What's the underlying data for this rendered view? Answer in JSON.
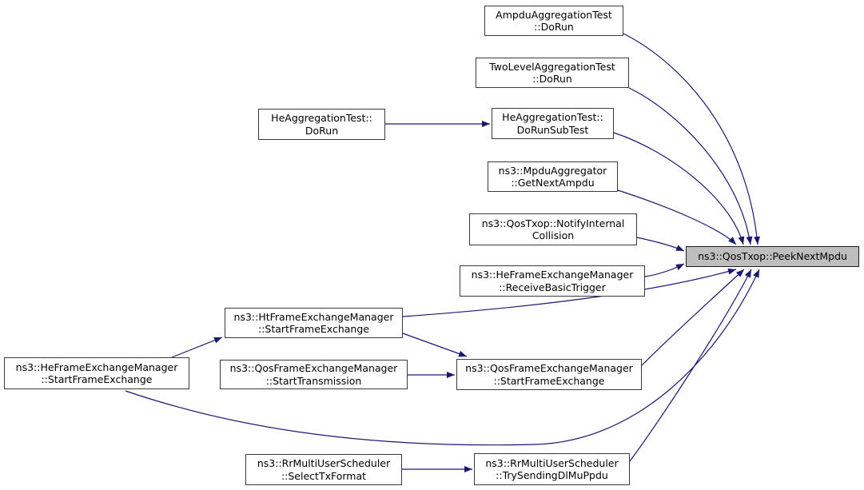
{
  "diagram": {
    "type": "call-graph",
    "central_function": "ns3::QosTxop::PeekNextMpdu",
    "colors": {
      "edge": "#191970",
      "node_fill": "#ffffff",
      "node_border": "#3a3a3a",
      "highlight_fill": "#bebebe",
      "text": "#000000"
    },
    "nodes": [
      {
        "id": "ampduaggregationtest-dorun",
        "line1": "AmpduAggregationTest",
        "line2": "::DoRun"
      },
      {
        "id": "twolevelaggregationtest-dorun",
        "line1": "TwoLevelAggregationTest",
        "line2": "::DoRun"
      },
      {
        "id": "heaggregationtest-dorun",
        "line1": "HeAggregationTest::",
        "line2": "DoRun"
      },
      {
        "id": "heaggregationtest-dorunsubtest",
        "line1": "HeAggregationTest::",
        "line2": "DoRunSubTest"
      },
      {
        "id": "mpduaggregator-getnextampdu",
        "line1": "ns3::MpduAggregator",
        "line2": "::GetNextAmpdu"
      },
      {
        "id": "qostxop-notifyinternalcollision",
        "line1": "ns3::QosTxop::NotifyInternal",
        "line2": "Collision"
      },
      {
        "id": "hefem-receivebasictrigger",
        "line1": "ns3::HeFrameExchangeManager",
        "line2": "::ReceiveBasicTrigger"
      },
      {
        "id": "qostxop-peeknextmpdu",
        "line1": "ns3::QosTxop::PeekNextMpdu",
        "line2": "",
        "highlighted": true
      },
      {
        "id": "htfem-startframeexchange",
        "line1": "ns3::HtFrameExchangeManager",
        "line2": "::StartFrameExchange"
      },
      {
        "id": "hefem-startframeexchange",
        "line1": "ns3::HeFrameExchangeManager",
        "line2": "::StartFrameExchange"
      },
      {
        "id": "qosfem-starttransmission",
        "line1": "ns3::QosFrameExchangeManager",
        "line2": "::StartTransmission"
      },
      {
        "id": "qosfem-startframeexchange",
        "line1": "ns3::QosFrameExchangeManager",
        "line2": "::StartFrameExchange"
      },
      {
        "id": "rrmultiuserscheduler-selecttxformat",
        "line1": "ns3::RrMultiUserScheduler",
        "line2": "::SelectTxFormat"
      },
      {
        "id": "rrmultiuserscheduler-trysendingdlmuppdu",
        "line1": "ns3::RrMultiUserScheduler",
        "line2": "::TrySendingDlMuPpdu"
      }
    ],
    "edges": [
      {
        "from": "AmpduAggregationTest::DoRun",
        "to": "ns3::QosTxop::PeekNextMpdu"
      },
      {
        "from": "TwoLevelAggregationTest::DoRun",
        "to": "ns3::QosTxop::PeekNextMpdu"
      },
      {
        "from": "HeAggregationTest::DoRun",
        "to": "HeAggregationTest::DoRunSubTest"
      },
      {
        "from": "HeAggregationTest::DoRunSubTest",
        "to": "ns3::QosTxop::PeekNextMpdu"
      },
      {
        "from": "ns3::MpduAggregator::GetNextAmpdu",
        "to": "ns3::QosTxop::PeekNextMpdu"
      },
      {
        "from": "ns3::QosTxop::NotifyInternalCollision",
        "to": "ns3::QosTxop::PeekNextMpdu"
      },
      {
        "from": "ns3::HeFrameExchangeManager::ReceiveBasicTrigger",
        "to": "ns3::QosTxop::PeekNextMpdu"
      },
      {
        "from": "ns3::HeFrameExchangeManager::StartFrameExchange",
        "to": "ns3::HtFrameExchangeManager::StartFrameExchange"
      },
      {
        "from": "ns3::HeFrameExchangeManager::StartFrameExchange",
        "to": "ns3::QosTxop::PeekNextMpdu"
      },
      {
        "from": "ns3::HtFrameExchangeManager::StartFrameExchange",
        "to": "ns3::QosTxop::PeekNextMpdu"
      },
      {
        "from": "ns3::HtFrameExchangeManager::StartFrameExchange",
        "to": "ns3::QosFrameExchangeManager::StartFrameExchange"
      },
      {
        "from": "ns3::QosFrameExchangeManager::StartTransmission",
        "to": "ns3::QosFrameExchangeManager::StartFrameExchange"
      },
      {
        "from": "ns3::QosFrameExchangeManager::StartFrameExchange",
        "to": "ns3::QosTxop::PeekNextMpdu"
      },
      {
        "from": "ns3::RrMultiUserScheduler::SelectTxFormat",
        "to": "ns3::RrMultiUserScheduler::TrySendingDlMuPpdu"
      },
      {
        "from": "ns3::RrMultiUserScheduler::TrySendingDlMuPpdu",
        "to": "ns3::QosTxop::PeekNextMpdu"
      }
    ]
  }
}
